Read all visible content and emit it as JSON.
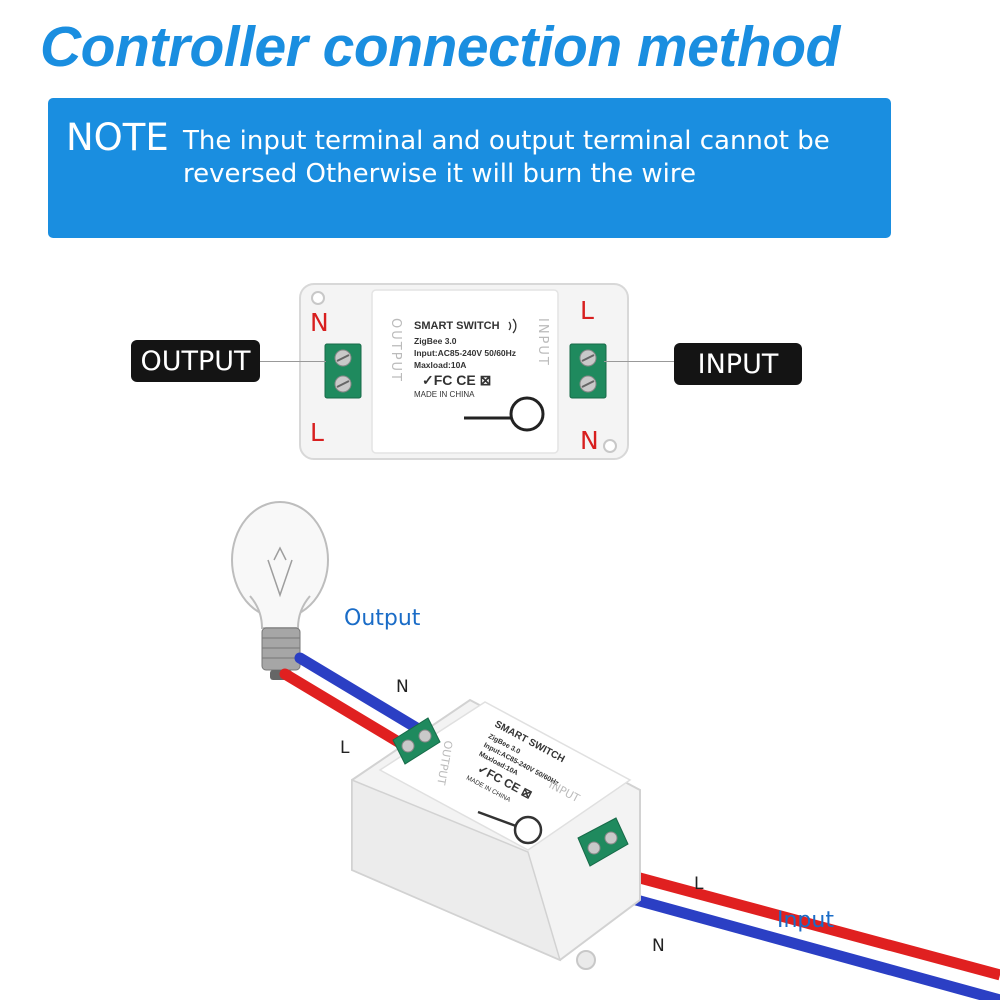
{
  "title": "Controller connection method",
  "note": {
    "label": "NOTE",
    "text_line1": "The input terminal and output terminal cannot be",
    "text_line2": "reversed Otherwise it will burn the wire"
  },
  "top_device": {
    "output_tag": "OUTPUT",
    "input_tag": "INPUT",
    "left_top_letter": "N",
    "left_bottom_letter": "L",
    "right_top_letter": "L",
    "right_bottom_letter": "N",
    "label_name": "SMART SWITCH",
    "label_protocol": "ZigBee 3.0",
    "label_input": "Input:AC85-240V  50/60Hz",
    "label_maxload": "Maxload:10A",
    "label_cert": "✓FC CE ⊠",
    "label_origin": "MADE IN CHINA",
    "side_output": "OUTPUT",
    "side_input": "INPUT"
  },
  "bottom_diagram": {
    "output_label": "Output",
    "input_label": "Input",
    "top_n": "N",
    "top_l": "L",
    "bottom_l": "L",
    "bottom_n": "N"
  },
  "colors": {
    "accent_blue": "#1a8ee0",
    "wire_red": "#e02020",
    "wire_blue": "#2b3fc4",
    "terminal_green": "#1f8a5e"
  }
}
